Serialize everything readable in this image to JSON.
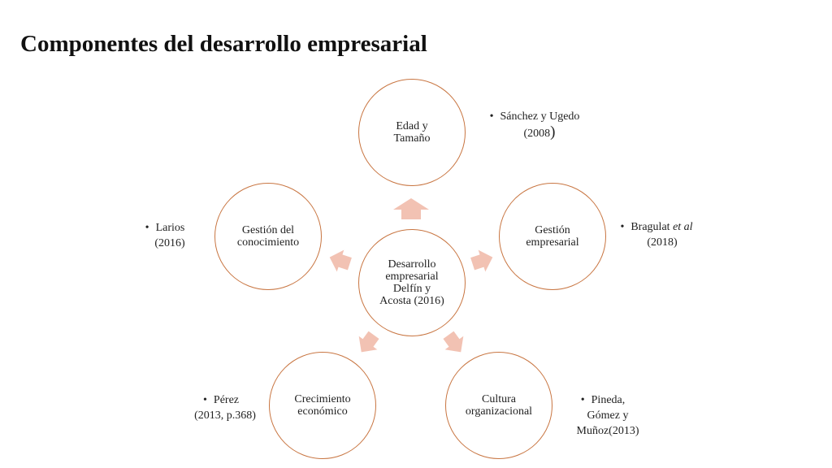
{
  "title": "Componentes del desarrollo empresarial",
  "colors": {
    "circle_border": "#c87541",
    "arrow_fill": "#f2c2b3"
  },
  "center": {
    "lines": [
      "Desarrollo",
      "empresarial",
      "Delfín y",
      "Acosta (2016)"
    ]
  },
  "nodes": [
    {
      "id": "edad-tamano",
      "label_lines": [
        "Edad y",
        "Tamaño"
      ]
    },
    {
      "id": "gestion-empresarial",
      "label_lines": [
        "Gestión",
        "empresarial"
      ]
    },
    {
      "id": "cultura-organizacional",
      "label_lines": [
        "Cultura",
        "organizacional"
      ]
    },
    {
      "id": "crecimiento-economico",
      "label_lines": [
        "Crecimiento",
        "económico"
      ]
    },
    {
      "id": "gestion-conocimiento",
      "label_lines": [
        "Gestión del",
        "conocimiento"
      ]
    }
  ],
  "notes": {
    "edad": {
      "bullet": "•",
      "line1": "Sánchez y Ugedo",
      "line2": "(2008",
      "paren": ")"
    },
    "gestion_emp": {
      "bullet": "•",
      "line1a": "Bragulat ",
      "line1b": "et al",
      "line2": "(2018)"
    },
    "cultura": {
      "bullet": "•",
      "line1": "Pineda,",
      "line2": "Gómez y",
      "line3": "Muñoz(2013)"
    },
    "crecimiento": {
      "bullet": "•",
      "line1": "Pérez",
      "line2": "(2013, p.368)"
    },
    "conocimiento": {
      "bullet": "•",
      "line1": "Larios",
      "line2": "(2016)"
    }
  }
}
